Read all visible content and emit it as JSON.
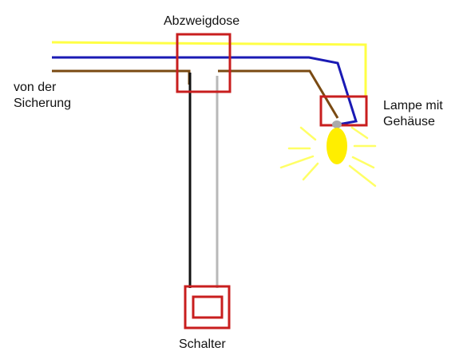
{
  "labels": {
    "junction_box": "Abzweigdose",
    "fuse_line1": "von der",
    "fuse_line2": "Sicherung",
    "lamp_line1": "Lampe mit",
    "lamp_line2": "Gehäuse",
    "switch": "Schalter"
  },
  "colors": {
    "neutral_wire": "#1a1ab4",
    "phase_wire": "#7a4a12",
    "earth_wire": "#ffff44",
    "switch_return_wire": "#b8b8b8",
    "switch_feed_wire": "#111111",
    "box_outline": "#c81e1e",
    "bulb": "#ffee00",
    "rays": "#ffff66",
    "lamp_socket": "#aaaaaa"
  }
}
